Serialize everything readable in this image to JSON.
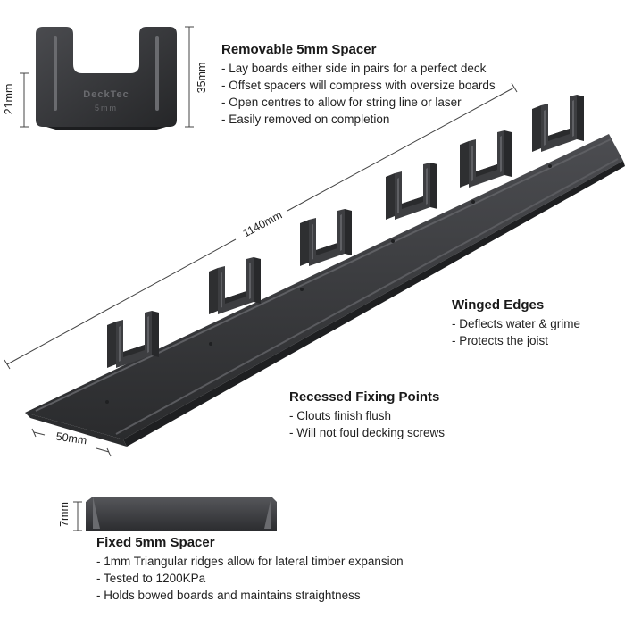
{
  "colors": {
    "plastic_dark": "#2b2c2e",
    "plastic_mid": "#3a3b3e",
    "plastic_light": "#55575b",
    "text": "#222222"
  },
  "dimensions": {
    "spacer_height": "35mm",
    "spacer_inner_height": "21mm",
    "strip_length": "1140mm",
    "strip_width": "50mm",
    "fixed_spacer_height": "7mm"
  },
  "spacer_logo": {
    "brand": "DeckTec",
    "sub": "5mm"
  },
  "features": {
    "removable": {
      "title": "Removable 5mm Spacer",
      "items": [
        "Lay boards either side in pairs for a perfect deck",
        "Offset spacers will compress with oversize boards",
        "Open centres to allow for string line or laser",
        "Easily removed on completion"
      ]
    },
    "winged": {
      "title": "Winged Edges",
      "items": [
        "Deflects water & grime",
        "Protects the joist"
      ]
    },
    "recessed": {
      "title": "Recessed Fixing Points",
      "items": [
        "Clouts finish flush",
        "Will not foul decking screws"
      ]
    },
    "fixed": {
      "title": "Fixed 5mm Spacer",
      "items": [
        "1mm Triangular ridges allow for lateral timber expansion",
        "Tested to 1200KPa",
        "Holds bowed boards and maintains straightness"
      ]
    }
  }
}
